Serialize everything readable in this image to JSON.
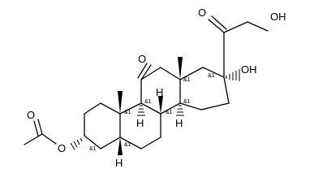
{
  "atoms": {
    "ester_o_carbonyl": "O",
    "ester_o": "O",
    "ketone_o11": "O",
    "ketone_o20": "O",
    "oh17": "OH",
    "oh21": "OH",
    "h5": "H",
    "h8": "H",
    "h9": "H",
    "h14": "H"
  },
  "stereo_labels": {
    "c3": "&1",
    "c5": "&1",
    "c8": "&1",
    "c9": "&1",
    "c10": "&1",
    "c13": "&1",
    "c14": "&1",
    "c17": "&1"
  }
}
